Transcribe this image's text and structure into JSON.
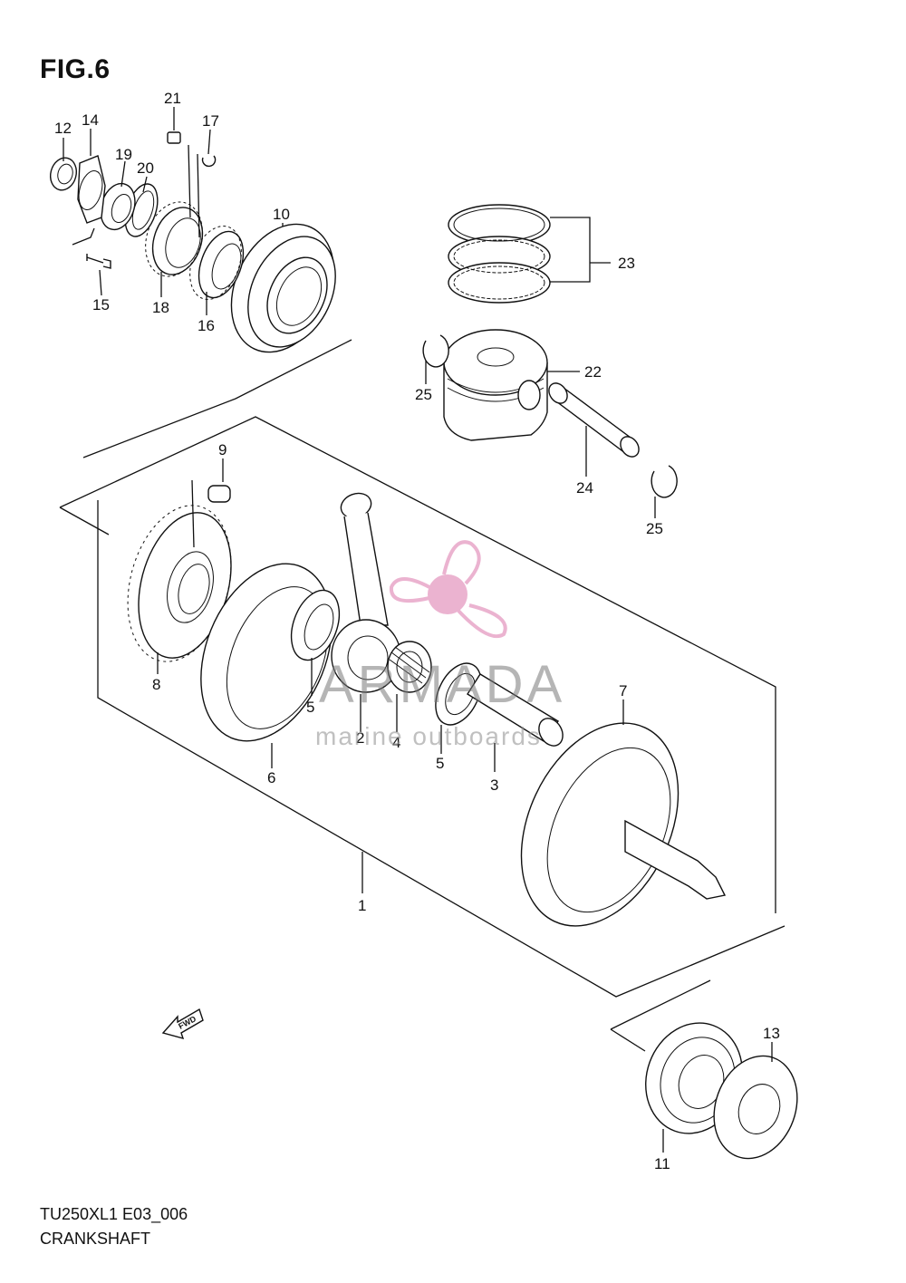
{
  "figure": {
    "title": "FIG.6"
  },
  "callouts": [
    "1",
    "2",
    "3",
    "4",
    "5",
    "5",
    "6",
    "7",
    "8",
    "9",
    "10",
    "11",
    "12",
    "13",
    "14",
    "15",
    "16",
    "17",
    "18",
    "19",
    "20",
    "21",
    "22",
    "23",
    "24",
    "25",
    "25"
  ],
  "orientation": {
    "arrow_label": "FWD"
  },
  "watermark": {
    "brand": "ARMADA",
    "tagline": "marine outboards",
    "accent_color": "#e8a6c8"
  },
  "footer": {
    "code": "TU250XL1 E03_006",
    "name": "CRANKSHAFT"
  }
}
